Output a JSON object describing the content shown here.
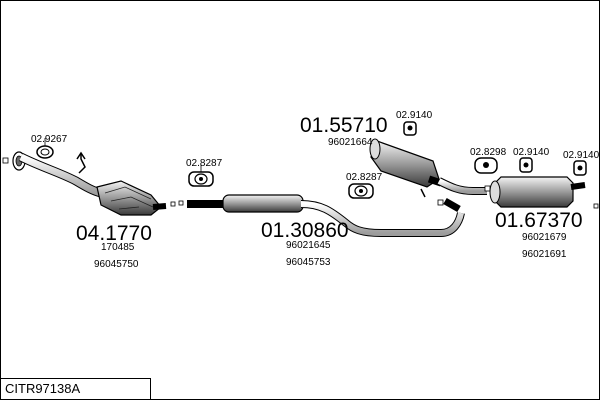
{
  "diagram_ref": "CITR97138A",
  "parts": {
    "cat_main": "04.1770",
    "cat_ref1": "170485",
    "cat_ref2": "96045750",
    "gasket": "02.9267",
    "mid_main": "01.30860",
    "mid_ref1": "96021645",
    "mid_ref2": "96045753",
    "clamp_a": "02.8287",
    "clamp_b": "02.8287",
    "rear_box_main": "01.55710",
    "rear_box_ref": "96021664",
    "hanger_a": "02.9140",
    "hanger_b": "02.8298",
    "hanger_c": "02.9140",
    "hanger_d": "02.9140",
    "tail_main": "01.67370",
    "tail_ref1": "96021679",
    "tail_ref2": "96021691"
  },
  "colors": {
    "line": "#000000",
    "shade": "#8a8a8a",
    "light": "#d8d8d8"
  }
}
